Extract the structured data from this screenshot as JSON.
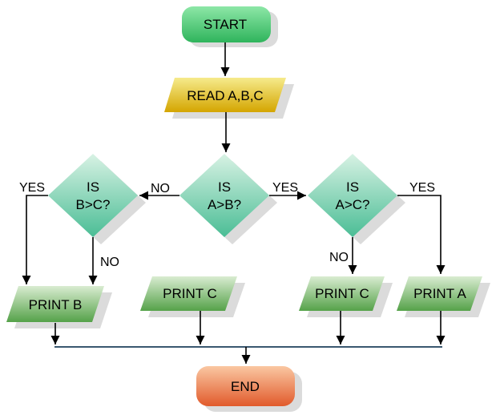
{
  "nodes": {
    "start": {
      "label": "START"
    },
    "read": {
      "label": "READ A,B,C"
    },
    "is_a_gt_b": {
      "line1": "IS",
      "line2": "A>B?"
    },
    "is_b_gt_c": {
      "line1": "IS",
      "line2": "B>C?"
    },
    "is_a_gt_c": {
      "line1": "IS",
      "line2": "A>C?"
    },
    "print_b": {
      "label": "PRINT B"
    },
    "print_c_mid": {
      "label": "PRINT C"
    },
    "print_c_right": {
      "label": "PRINT C"
    },
    "print_a": {
      "label": "PRINT A"
    },
    "end": {
      "label": "END"
    }
  },
  "edge_labels": {
    "b_gt_c_yes": "YES",
    "a_gt_b_no": "NO",
    "a_gt_b_yes": "YES",
    "b_gt_c_no": "NO",
    "a_gt_c_no": "NO",
    "a_gt_c_yes": "YES"
  },
  "colors": {
    "start_top": "#8DE7A7",
    "start_bottom": "#2FB45C",
    "io_yellow_top": "#F6EB8C",
    "io_yellow_bottom": "#D4A500",
    "decision_top": "#D8F2E4",
    "decision_bottom": "#4ABD95",
    "print_top": "#D9ECD1",
    "print_bottom": "#55A249",
    "end_top": "#FAC7A2",
    "end_bottom": "#E15A2B",
    "shadow": "#DBDBDB",
    "connector": "#000000",
    "collector_line": "#3A5870",
    "text": "#000000"
  }
}
